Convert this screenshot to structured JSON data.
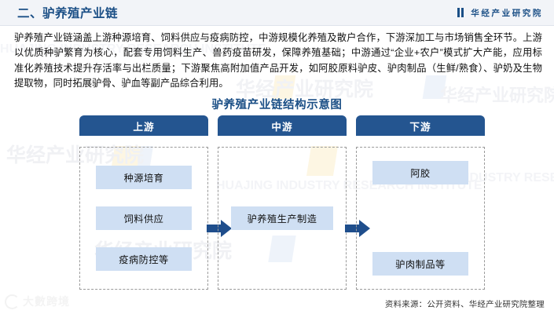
{
  "header": {
    "title": "二、驴养殖产业链",
    "brand_name": "华经产业研究院",
    "brand_icon": "bars-logo-icon"
  },
  "intro": {
    "paragraph": "驴养殖产业链涵盖上游种源培育、饲料供应与疫病防控，中游规模化养殖及散户合作，下游深加工与市场销售全环节。上游以优质种驴繁育为核心，配套专用饲料生产、兽药疫苗研发，保障养殖基础；中游通过“企业+农户”模式扩大产能，应用标准化养殖技术提升存活率与出栏质量；下游聚焦高附加值产品开发，如阿胶原料驴皮、驴肉制品（生鲜/熟食）、驴奶及生物提取物，同时拓展驴骨、驴血等副产品综合利用。"
  },
  "chart_data": {
    "type": "diagram",
    "title": "驴养殖产业链结构示意图",
    "columns": [
      {
        "header": "上游",
        "nodes": [
          "种源培育",
          "饲料供应",
          "疫病防控等"
        ]
      },
      {
        "header": "中游",
        "nodes": [
          "驴养殖生产制造"
        ]
      },
      {
        "header": "下游",
        "nodes": [
          "阿胶",
          "驴肉制品等"
        ]
      }
    ],
    "connectors": [
      "arrow-right-icon",
      "arrow-right-icon"
    ],
    "colors": {
      "header_bar": "#245590",
      "node_fill": "#cfdff3",
      "arrow": "#1f4e8c",
      "dashed_border": "#9a9a9a",
      "title_text": "#1b4f86"
    }
  },
  "footer": {
    "source": "资料来源：公开资料、华经产业研究院整理"
  },
  "watermarks": {
    "brand_long": "华经产业研究院",
    "brand_sub": "HUAJING INDUSTRY RESEARCH INSTITUTE",
    "corner_logo": "大數跨境"
  }
}
